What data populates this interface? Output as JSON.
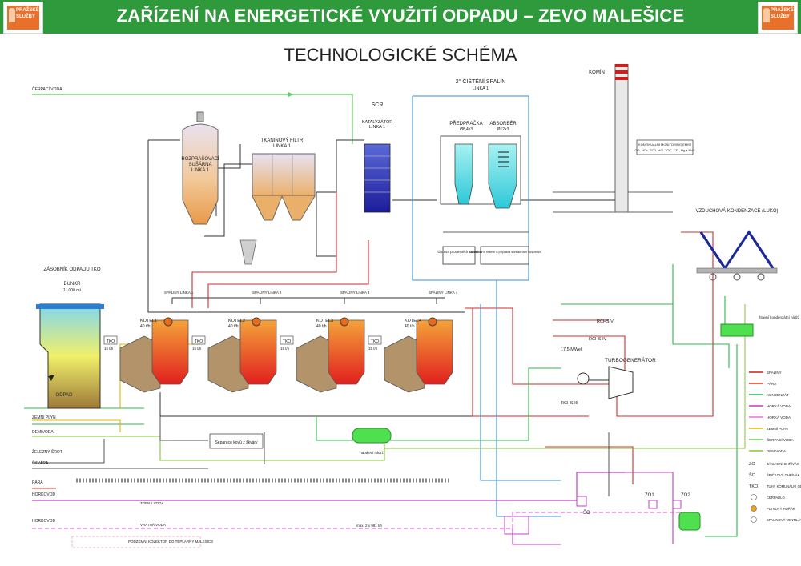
{
  "header": {
    "title": "ZAŘÍZENÍ NA ENERGETICKÉ VYUŽITÍ ODPADU – ZEVO MALEŠICE",
    "logo_line1": "PRAŽSKÉ",
    "logo_line2": "SLUŽBY"
  },
  "subtitle": "TECHNOLOGICKÉ SCHÉMA",
  "units": {
    "dryer": {
      "l1": "ROZPRAŠOVACÍ",
      "l2": "SUŠÁRNA",
      "l3": "LINKA 1"
    },
    "filter": {
      "l1": "TKANINOVÝ FILTR",
      "l2": "LINKA 1"
    },
    "scr": {
      "l1": "SCR",
      "l2": "KATALYZÁTOR",
      "l3": "LINKA 1"
    },
    "cleaning": {
      "l1": "2° ČIŠTĚNÍ SPALIN",
      "l2": "LINKA 1"
    },
    "prescrubber": {
      "l1": "PŘEDPRAČKA",
      "l2": "Ø8,4x3"
    },
    "absorber": {
      "l1": "ABSORBÉR",
      "l2": "Ø12x3"
    },
    "chimney": "KOMÍN",
    "monitoring": "KONTINUÁLNÍ MONITORING EMISÍ",
    "monitoring_detail": "CO, NOx, SO2, HCl, TOC, TZL, Hg a NH3",
    "condenser": "VZDUCHOVÁ KONDENZACE (LUKO)",
    "turbine": "TURBOGENERÁTOR",
    "turbine_power": "17,5 MWel",
    "bunker_title": "ZÁSOBNÍK ODPADU TKO",
    "bunker": "BUNKR",
    "bunker_volume": "11 000 m³",
    "waste": "ODPAD",
    "separator": "Separace kovů z škváry",
    "feedwater": "napájecí nádrž",
    "condensate_tank": "hlavní kondenzátní nádrž",
    "process_water": "Úprava procesních kapalin",
    "sorbent": "Skladování, řešení a příprava sorbačních suspenzí",
    "rchs5": "RCHS V",
    "rchs4": "RCHS IV",
    "rchs3": "RCHS III",
    "so": "ŠO",
    "zo1": "ZO1",
    "zo2": "ZO2",
    "tko": "TKO"
  },
  "boilers": [
    {
      "name": "KOTEL1",
      "flow": "40 t/h",
      "tko": "15 t/h",
      "lines": "SPALINY LINKA 1"
    },
    {
      "name": "KOTEL2",
      "flow": "40 t/h",
      "tko": "15 t/h",
      "lines": "SPALINY LINKA 2"
    },
    {
      "name": "KOTEL3",
      "flow": "40 t/h",
      "tko": "15 t/h",
      "lines": "SPALINY LINKA 3"
    },
    {
      "name": "KOTEL4",
      "flow": "40 t/h",
      "tko": "15 t/h",
      "lines": "SPALINY LINKA 4"
    }
  ],
  "inlets": [
    "ČERPACÍ VODA",
    "ZEMNÍ PLYN",
    "DEMIVODA",
    "ŽELEZNÝ ŠROT",
    "ŠKVÁRA",
    "PÁRA",
    "HORKOVOD",
    "HORKOVOD"
  ],
  "line_labels": {
    "hot_supply": "TOPNÁ VODA",
    "hot_return": "VRATNÁ VODA",
    "tunnel": "PODZEMNÍ KOLEKTOR DO TEPLÁRNY MALEŠICE",
    "flow1": "max. 2 x 981 t/h"
  },
  "legend": [
    {
      "label": "SPALINY",
      "color": "#c81e1e"
    },
    {
      "label": "PÁRA",
      "color": "#e8351e"
    },
    {
      "label": "KONDENZÁT",
      "color": "#2db84a"
    },
    {
      "label": "HORKÁ VODA",
      "color": "#c43fc4"
    },
    {
      "label": "HORKÁ VODA",
      "color": "#e870e8"
    },
    {
      "label": "ZEMNÍ PLYN",
      "color": "#e5b400"
    },
    {
      "label": "ČERPACÍ VODA",
      "color": "#5ccc5c"
    },
    {
      "label": "DEMIVODA",
      "color": "#86c43a"
    }
  ],
  "legend_symbols": [
    {
      "sym": "ZO",
      "label": "ZÁKLADNÍ OHŘÍVÁK"
    },
    {
      "sym": "ŠO",
      "label": "ŠPIČKOVÝ OHŘÍVÁK"
    },
    {
      "sym": "TKO",
      "label": "TUHÝ KOMUNÁLNÍ ODPAD"
    },
    {
      "sym": "",
      "label": "ČERPADLO"
    },
    {
      "sym": "",
      "label": "PLYNOVÝ HOŘÁK"
    },
    {
      "sym": "",
      "label": "SPALINOVÝ VENTILÁTOR"
    }
  ],
  "colors": {
    "header": "#2f9a3c",
    "flue": "#c81e1e",
    "steam": "#e8351e",
    "condensate": "#2db84a",
    "hot_water": "#c43fc4",
    "process_water": "#3a8fd6"
  }
}
